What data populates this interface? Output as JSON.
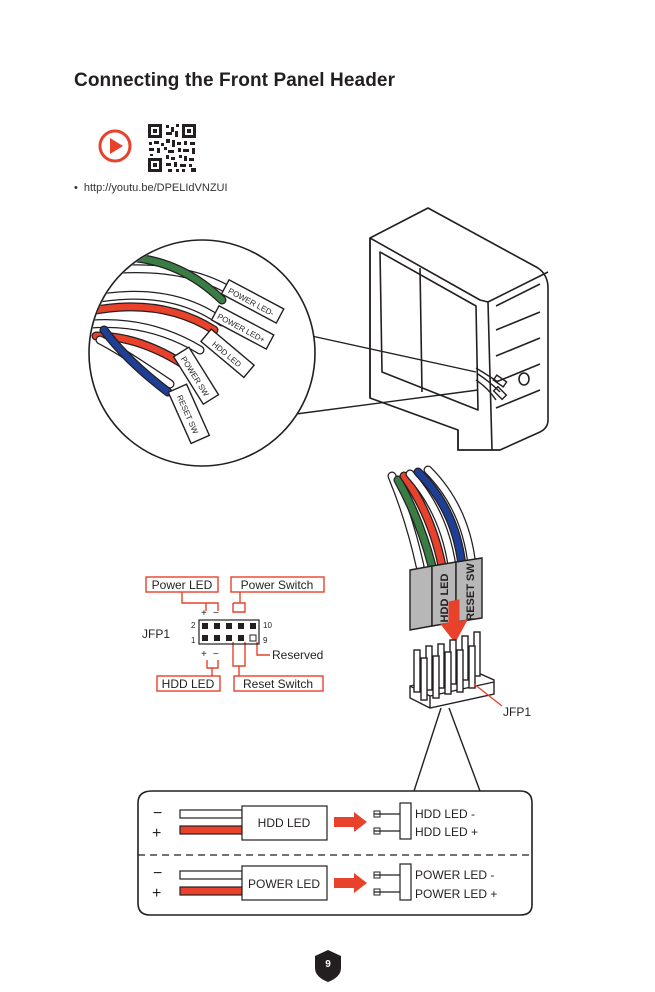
{
  "page": {
    "title": "Connecting the Front Panel Header",
    "video_link": "http://youtu.be/DPELIdVNZUI",
    "bullet": "•",
    "page_number": "9"
  },
  "case_cable_labels": {
    "power_led_minus": "POWER LED-",
    "power_led_plus": "POWER LED+",
    "hdd_led": "HDD LED",
    "power_sw": "POWER SW",
    "reset_sw": "RESET SW"
  },
  "pinout": {
    "header_name": "JFP1",
    "pin_2": "2",
    "pin_1": "1",
    "pin_10": "10",
    "pin_9": "9",
    "plus": "+",
    "minus": "−",
    "power_led": "Power LED",
    "power_switch": "Power Switch",
    "reserved": "Reserved",
    "hdd_led": "HDD LED",
    "reset_switch": "Reset Switch"
  },
  "connector": {
    "hdd_led": "HDD LED",
    "reset_sw": "RESET SW",
    "header_label": "JFP1"
  },
  "polarity": {
    "minus": "−",
    "plus": "+",
    "hdd_box": "HDD LED",
    "hdd_led_minus": "HDD LED -",
    "hdd_led_plus": "HDD LED +",
    "power_box": "POWER LED",
    "power_led_minus": "POWER LED -",
    "power_led_plus": "POWER LED +"
  },
  "colors": {
    "accent_red": "#e8412c",
    "wire_green": "#3a7d44",
    "wire_blue": "#1f3f96",
    "wire_orange": "#e8412c",
    "line": "#231f20"
  },
  "icons": [
    "play-icon",
    "qr-code-icon"
  ]
}
